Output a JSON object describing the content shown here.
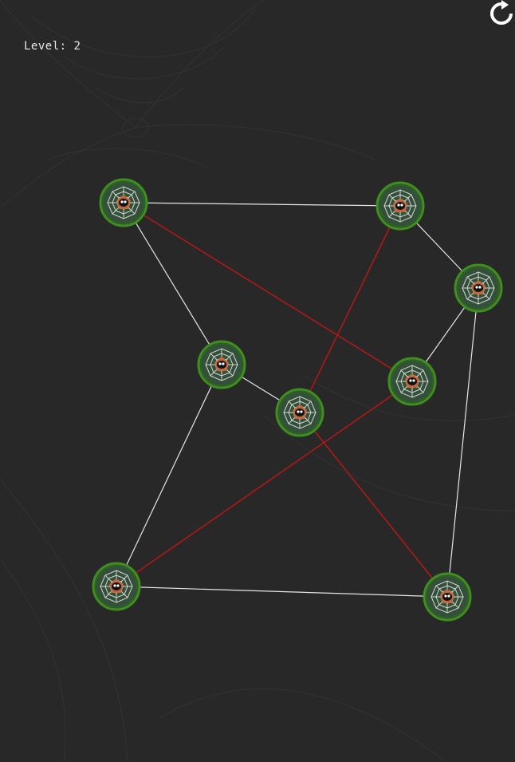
{
  "hud": {
    "level_label": "Level:",
    "level_value": "2",
    "restart_icon": "restart-icon"
  },
  "colors": {
    "background": "#282828",
    "edge_ok": "#e6e6e6",
    "edge_crossing": "#b01818",
    "node_ring": "#3f8f1f",
    "node_fill": "#34503a",
    "node_web": "#e6e6e6",
    "spider_body": "#111111",
    "spider_accent": "#c8643a"
  },
  "puzzle": {
    "nodes": [
      {
        "id": "n1"
      },
      {
        "id": "n2"
      },
      {
        "id": "n3"
      },
      {
        "id": "n4"
      },
      {
        "id": "n5"
      },
      {
        "id": "n6"
      },
      {
        "id": "n7"
      },
      {
        "id": "n8"
      }
    ],
    "edges": [
      {
        "from": "n1",
        "to": "n2",
        "crossing": false
      },
      {
        "from": "n2",
        "to": "n3",
        "crossing": false
      },
      {
        "from": "n3",
        "to": "n4",
        "crossing": false
      },
      {
        "from": "n3",
        "to": "n8",
        "crossing": false
      },
      {
        "from": "n1",
        "to": "n5",
        "crossing": false
      },
      {
        "from": "n5",
        "to": "n6",
        "crossing": false
      },
      {
        "from": "n5",
        "to": "n7",
        "crossing": false
      },
      {
        "from": "n7",
        "to": "n8",
        "crossing": false
      },
      {
        "from": "n1",
        "to": "n4",
        "crossing": true
      },
      {
        "from": "n2",
        "to": "n6",
        "crossing": true
      },
      {
        "from": "n6",
        "to": "n8",
        "crossing": true
      },
      {
        "from": "n4",
        "to": "n7",
        "crossing": true
      }
    ]
  }
}
